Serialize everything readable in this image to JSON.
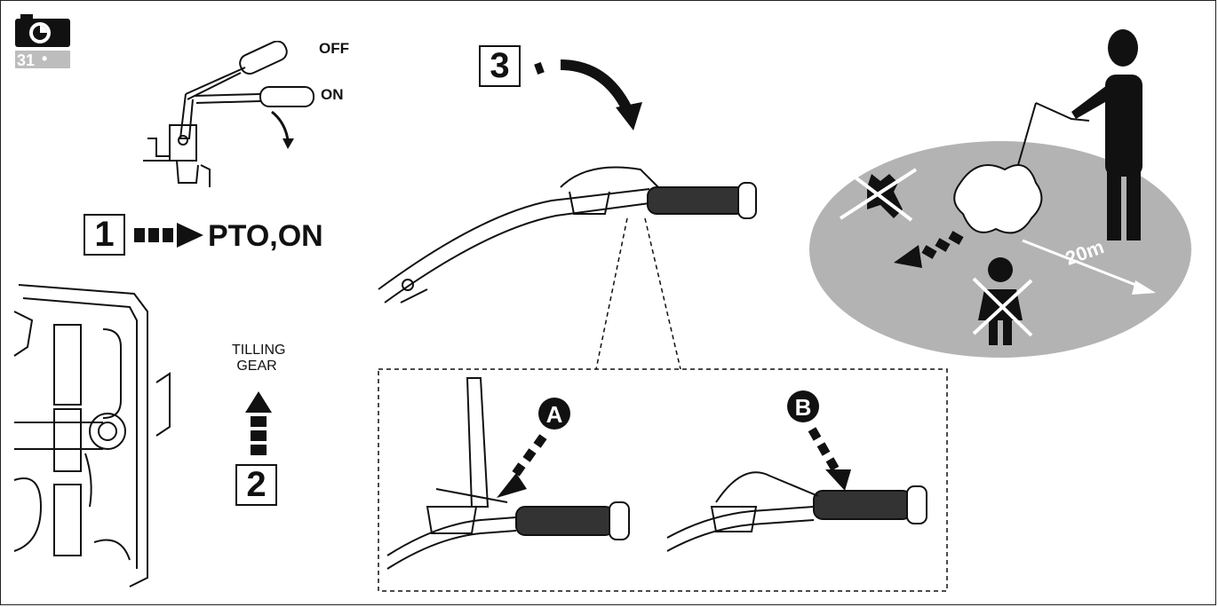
{
  "badge": {
    "number": "31",
    "icon": "camera-icon"
  },
  "step1": {
    "number": "1",
    "label": "PTO,ON",
    "lever_off": "OFF",
    "lever_on": "ON"
  },
  "step2": {
    "number": "2",
    "gear_label_line1": "TILLING",
    "gear_label_line2": "GEAR"
  },
  "step3": {
    "number": "3",
    "detail_a": "A",
    "detail_b": "B"
  },
  "safety": {
    "distance": "20m"
  },
  "colors": {
    "ink": "#111111",
    "zone": "#b3b3b3",
    "badge_grey": "#bdbdbd"
  }
}
